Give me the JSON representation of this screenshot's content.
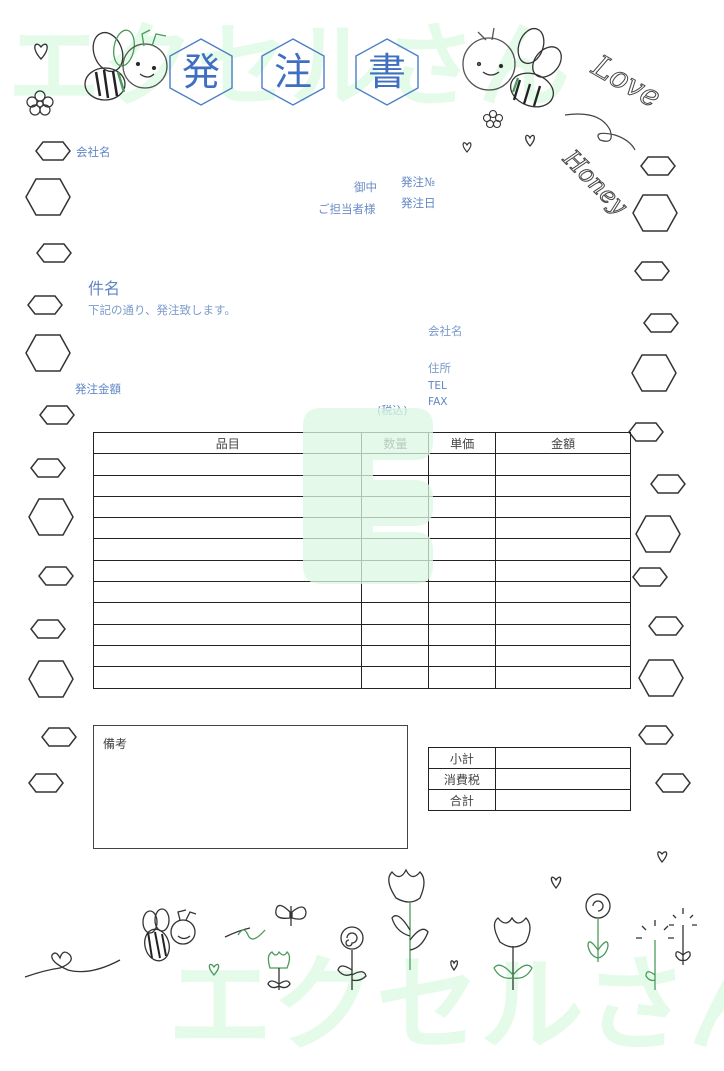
{
  "document": {
    "title_chars": [
      "発",
      "注",
      "書"
    ],
    "watermark": {
      "top_text": "エクセルさん",
      "bottom_text": "エクセルさん",
      "center_letter": "E",
      "color": "#e3fbe8"
    },
    "accent_color": "#5f86c4",
    "title_color": "#3f6fc0"
  },
  "recipient": {
    "company_label": "会社名",
    "honorific": "御中",
    "contact_label": "ご担当者様"
  },
  "order_meta": {
    "order_no_label": "発注№",
    "order_date_label": "発注日"
  },
  "subject": {
    "label": "件名",
    "message": "下記の通り、発注致します。"
  },
  "amount": {
    "label": "発注金額",
    "tax_note": "(税込)"
  },
  "sender": {
    "company_label": "会社名",
    "address_label": "住所",
    "tel_label": "TEL",
    "fax_label": "FAX"
  },
  "items_table": {
    "headers": [
      "品目",
      "数量",
      "単価",
      "金額"
    ],
    "rows": [
      [
        "",
        "",
        "",
        ""
      ],
      [
        "",
        "",
        "",
        ""
      ],
      [
        "",
        "",
        "",
        ""
      ],
      [
        "",
        "",
        "",
        ""
      ],
      [
        "",
        "",
        "",
        ""
      ],
      [
        "",
        "",
        "",
        ""
      ],
      [
        "",
        "",
        "",
        ""
      ],
      [
        "",
        "",
        "",
        ""
      ],
      [
        "",
        "",
        "",
        ""
      ],
      [
        "",
        "",
        "",
        ""
      ],
      [
        "",
        "",
        "",
        ""
      ]
    ]
  },
  "remarks": {
    "label": "備考",
    "value": ""
  },
  "totals": {
    "rows": [
      {
        "label": "小計",
        "value": ""
      },
      {
        "label": "消費税",
        "value": ""
      },
      {
        "label": "合計",
        "value": ""
      }
    ]
  },
  "decorations": {
    "script_text_1": "Love",
    "script_text_2": "Honey"
  }
}
